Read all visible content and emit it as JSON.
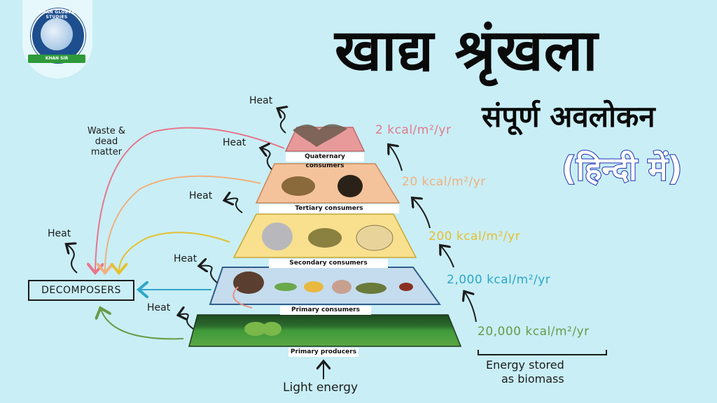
{
  "logo": {
    "name": "KHAN GLOBAL STUDIES",
    "ribbon": "KHAN SIR"
  },
  "title": {
    "main": "खाद्य श्रृंखला",
    "sub": "संपूर्ण अवलोकन",
    "language": "(हिन्दी में)"
  },
  "pyramid": {
    "levels": [
      {
        "name": "Quaternary consumers",
        "energy": "2 kcal/m²/yr",
        "color": "#e89a9a",
        "energy_color": "#e07a88"
      },
      {
        "name": "Tertiary consumers",
        "energy": "20 kcal/m²/yr",
        "color": "#f4c39b",
        "energy_color": "#f0b07c"
      },
      {
        "name": "Secondary consumers",
        "energy": "200 kcal/m²/yr",
        "color": "#f8e08e",
        "energy_color": "#e6c030"
      },
      {
        "name": "Primary consumers",
        "energy": "2,000 kcal/m²/yr",
        "color": "#c5dcee",
        "energy_color": "#2ea6c8"
      },
      {
        "name": "Primary producers",
        "energy": "20,000 kcal/m²/yr",
        "color": "#3d8a35",
        "energy_color": "#6a9a48"
      }
    ]
  },
  "annotations": {
    "heat": "Heat",
    "waste": "Waste &",
    "dead": "dead",
    "matter": "matter",
    "decomposers": "DECOMPOSERS",
    "light_energy": "Light energy",
    "biomass_line1": "Energy stored",
    "biomass_line2": "as biomass"
  }
}
